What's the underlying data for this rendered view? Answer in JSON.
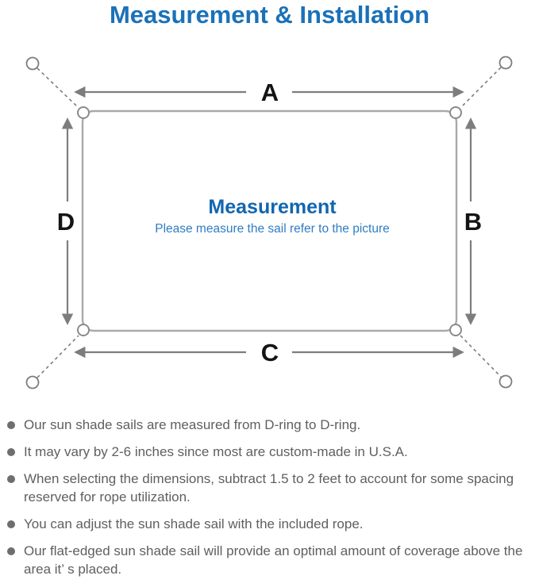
{
  "theme": {
    "accent": "#1a71b8",
    "heading": "#1166b0",
    "subheading": "#2f7dc2",
    "line": "#7d7d7d",
    "sail-border": "#a9a9a9",
    "label": "#141414",
    "text": "#5f5f5f",
    "bg": "#ffffff"
  },
  "header": {
    "title": "Measurement & Installation"
  },
  "diagram": {
    "dimension_labels": {
      "top": "A",
      "right": "B",
      "bottom": "C",
      "left": "D"
    },
    "center": {
      "heading": "Measurement",
      "subheading": "Please measure the sail refer to the picture"
    }
  },
  "notes": {
    "items": [
      {
        "text": "Our sun shade sails are measured from D-ring to D-ring."
      },
      {
        "text": "It may vary by 2-6 inches since most are custom-made in U.S.A."
      },
      {
        "text": "When selecting the dimensions, subtract 1.5 to 2 feet to account for some spacing reserved for rope utilization."
      },
      {
        "text": "You can adjust the sun shade sail with the included rope."
      },
      {
        "text": "Our flat-edged sun shade sail will provide an optimal amount of coverage above the area it’ s placed."
      }
    ]
  }
}
